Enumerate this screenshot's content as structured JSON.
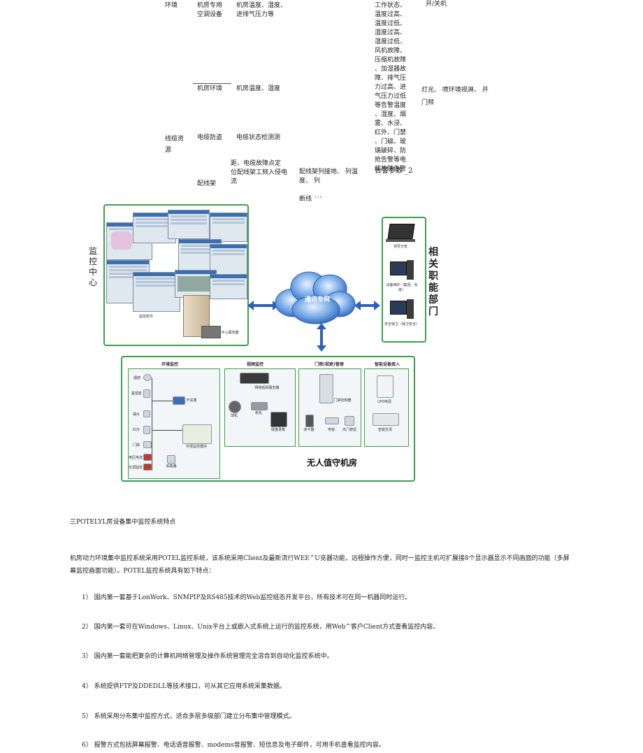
{
  "table": {
    "r1c1": "环境",
    "r1c2": "机房专用\n空调设备",
    "r1c3": "机房温度、湿度、\n进排气压力等",
    "r1c5": "工作状态、\n温度过高、\n温度过低、\n湿度过高、\n湿度过低、\n风机故障、\n压缩机故障\n、加湿器故\n障、排气压\n力过高、进\n气压力过低\n等告警温度\n、湿度、烟\n雾、水浸、\n红外、门禁\n、门磁、玻\n璃破碎、防\n抢告警等电\n缆故障告警",
    "r1c6": "开/关机",
    "r2c2": "机房环境",
    "r2c3": "机房温度、湿度",
    "r2c6": "灯光、 喷环境视淋、 开\n门频",
    "r3c1": "线缆资\n源",
    "r3c2": "电缆防盗",
    "r3c3": "电缆状态检测测",
    "r4c3": "距、电缆故障点定\n位配线架工频入侵电\n流",
    "r4c4": "配线架列接地、 列温\n度、 列\n\n断线",
    "r4c4_small": "1 1 ((.",
    "r4c5": "告警参数\n_2",
    "r4c2": "配线架"
  },
  "diagram": {
    "monitor_center": "监\n控\n中\n心",
    "related_depts": "相\n关\n职\n能\n部\n门",
    "network": "通讯专网",
    "room_title": "无人值守机房",
    "sub_headers": [
      "环境监控",
      "视频监控",
      "门禁(视更)管理",
      "智能设备接入"
    ],
    "cap_client": "监控软件",
    "cap_server": "中心服务器",
    "dept_caps": [
      "领导分管",
      "设备维护（集团、省级）",
      "安全保卫（保卫安全）"
    ],
    "device_caps": [
      "烟感",
      "温湿度",
      "漏水",
      "红外",
      "门磁",
      "电压电流",
      "空调监控",
      "开关量",
      "采集器",
      "环境监控模块",
      "网络视频服务器",
      "球机",
      "枪机",
      "硬盘录像",
      "门禁控制器",
      "读卡器",
      "电锁",
      "出门按钮",
      "UPS电源",
      "智能空调"
    ]
  },
  "section": {
    "heading": "三POTELYL房设备集中监控系统特点",
    "intro": "机房动力环境集中监控系统采用POTEL监控系统，该系统采用Client及最新流行WEE^U览器功能，远程操作方便，同时一监控主机可扩展接8个显示器显示不同画面的功能（多屏幕监控画面功能）。POTEL监控系统具有如下特点：",
    "items": [
      "1） 国内第一套基于LonWork、SNMPIP及RS485技术的Web监控组态开发平台，所有技术可在同一机器同时运行。",
      "2） 国内第一套可在Windows、Linux、Unix平台上或嵌入式系统上运行的监控系统，用Web^客户Client方式查看监控内容。",
      "3） 国内第一套能把复杂的计算机网络管理及操作系统管理完全溶合到自动化监控系统中。",
      "4） 系统提供FTP及DDEDLL等技术接口，可从其它应用系统采集数据。",
      "5） 系统采用分布集中监控方式，适合多层多级部门建立分布集中管理模式。",
      "6） 报警方式包括屏幕报警、电话语音报警、modems音报警、短信息及电子邮件，可用手机查看监控内容。"
    ]
  }
}
